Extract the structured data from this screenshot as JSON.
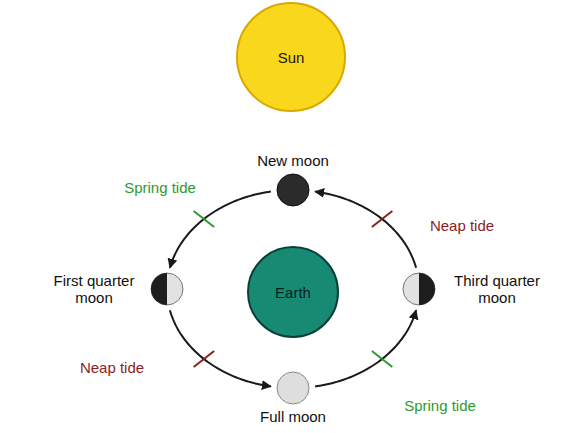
{
  "diagram": {
    "nodes": [
      {
        "text": [
          "Sun"
        ]
      },
      {
        "text": [
          "New moon"
        ]
      },
      {
        "text": [
          "First quarter moon"
        ]
      },
      {
        "text": [
          "Earth"
        ]
      },
      {
        "text": [
          "Third quarter moon"
        ]
      },
      {
        "text": [
          "Full moon"
        ]
      }
    ],
    "edges": [
      {
        "from": 1,
        "to": 2,
        "arrow": "to",
        "label": "Spring tide"
      },
      {
        "from": 2,
        "to": 5,
        "arrow": "to",
        "label": "Neap tide"
      },
      {
        "from": 5,
        "to": 4,
        "arrow": "to",
        "label": "Spring tide"
      },
      {
        "from": 4,
        "to": 1,
        "arrow": "to",
        "label": "Neap tide"
      }
    ]
  }
}
